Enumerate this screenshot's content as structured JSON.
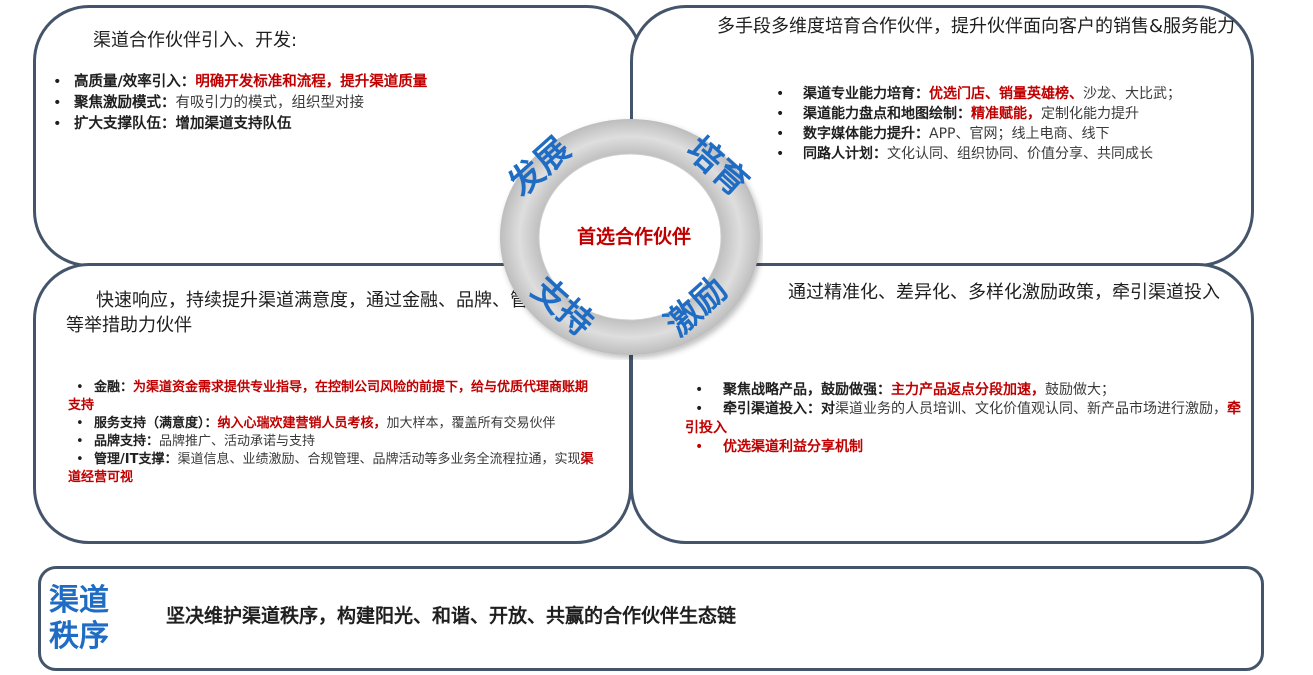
{
  "center": {
    "label": "首选合作伙伴",
    "segments": {
      "top_left": "发展",
      "top_right": "培育",
      "bottom_left": "支持",
      "bottom_right": "激励"
    }
  },
  "quadrants": {
    "top_left": {
      "title": "渠道合作伙伴引入、开发:",
      "items": [
        {
          "key": "高质量/效率引入：",
          "highlight": "明确开发标准和流程，提升渠道质量"
        },
        {
          "key": "聚焦激励模式：",
          "text": "有吸引力的模式，组织型对接"
        },
        {
          "key": "扩大支撑队伍：",
          "bold": "增加渠道支持队伍"
        }
      ]
    },
    "top_right": {
      "title": "多手段多维度培育合作伙伴，提升伙伴面向客户的销售&服务能力",
      "items": [
        {
          "key": "渠道专业能力培育：",
          "highlight": "优选门店、销量英雄榜、",
          "text": "沙龙、大比武；"
        },
        {
          "key": "渠道能力盘点和地图绘制：",
          "highlight": "精准赋能，",
          "text": "定制化能力提升"
        },
        {
          "key": "数字媒体能力提升：",
          "text": "APP、官网；线上电商、线下"
        },
        {
          "key": "同路人计划：",
          "text": "文化认同、组织协同、价值分享、共同成长"
        }
      ]
    },
    "bottom_left": {
      "title": "快速响应，持续提升渠道满意度，通过金融、品牌、管理IT支持等举措助力伙伴",
      "items": [
        {
          "key": "金融：",
          "highlight": "为渠道资金需求提供专业指导，在控制公司风险的前提下，给与优质代理商账期支持"
        },
        {
          "key": "服务支持（满意度）：",
          "highlight": "纳入心瑞欢建营销人员考核，",
          "text": "加大样本，覆盖所有交易伙伴"
        },
        {
          "key": "品牌支持：",
          "text": "品牌推广、活动承诺与支持"
        },
        {
          "key": "管理/IT支撑：",
          "text": "渠道信息、业绩激励、合规管理、品牌活动等多业务全流程拉通，实现",
          "highlight": "渠道经营可视"
        }
      ]
    },
    "bottom_right": {
      "title": "通过精准化、差异化、多样化激励政策，牵引渠道投入",
      "items": [
        {
          "key": "聚焦战略产品，鼓励做强：",
          "highlight": "主力产品返点分段加速，",
          "text": "鼓励做大；"
        },
        {
          "key": "牵引渠道投入：",
          "bold": "对",
          "text": "渠道业务的人员培训、文化价值观认同、新产品市场进行激励，",
          "highlight": "牵引投入"
        },
        {
          "highlight": "优选渠道利益分享机制"
        }
      ]
    }
  },
  "bottom": {
    "label": "渠道秩序",
    "text": "坚决维护渠道秩序，构建阳光、和谐、开放、共赢的合作伙伴生态链"
  },
  "colors": {
    "border": "#44546a",
    "accent_blue": "#1f6cc4",
    "highlight_red": "#c00000",
    "ring_gray": "#d4d4d4",
    "center_text": "#c00000"
  }
}
